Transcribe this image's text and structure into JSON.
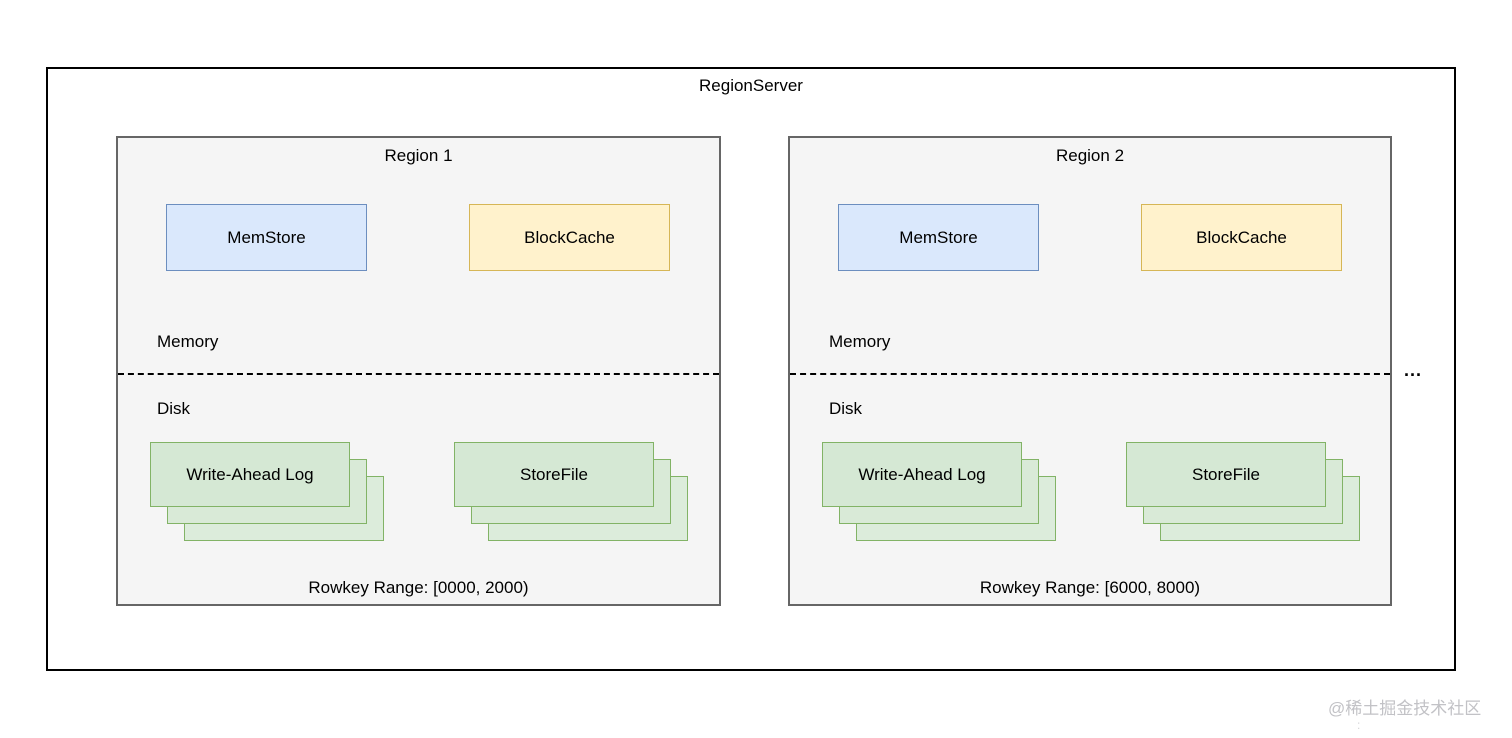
{
  "diagram": {
    "title": "RegionServer",
    "ellipsis": "...",
    "watermark": "@稀土掘金技术社区",
    "watermark_colon": ":",
    "colors": {
      "memstore_fill": "#dae8fc",
      "memstore_border": "#6c8ebf",
      "blockcache_fill": "#fff2cc",
      "blockcache_border": "#d6b656",
      "file_fill": "#d5e8d4",
      "file_border": "#82b366",
      "region_fill": "#f5f5f5",
      "region_border": "#666666",
      "outer_border": "#000000"
    },
    "regions": [
      {
        "label": "Region 1",
        "memstore_label": "MemStore",
        "blockcache_label": "BlockCache",
        "memory_label": "Memory",
        "disk_label": "Disk",
        "wal_label": "Write-Ahead Log",
        "storefile_label": "StoreFile",
        "rowkey_range": "Rowkey Range: [0000, 2000)"
      },
      {
        "label": "Region 2",
        "memstore_label": "MemStore",
        "blockcache_label": "BlockCache",
        "memory_label": "Memory",
        "disk_label": "Disk",
        "wal_label": "Write-Ahead Log",
        "storefile_label": "StoreFile",
        "rowkey_range": "Rowkey Range: [6000, 8000)"
      }
    ]
  }
}
